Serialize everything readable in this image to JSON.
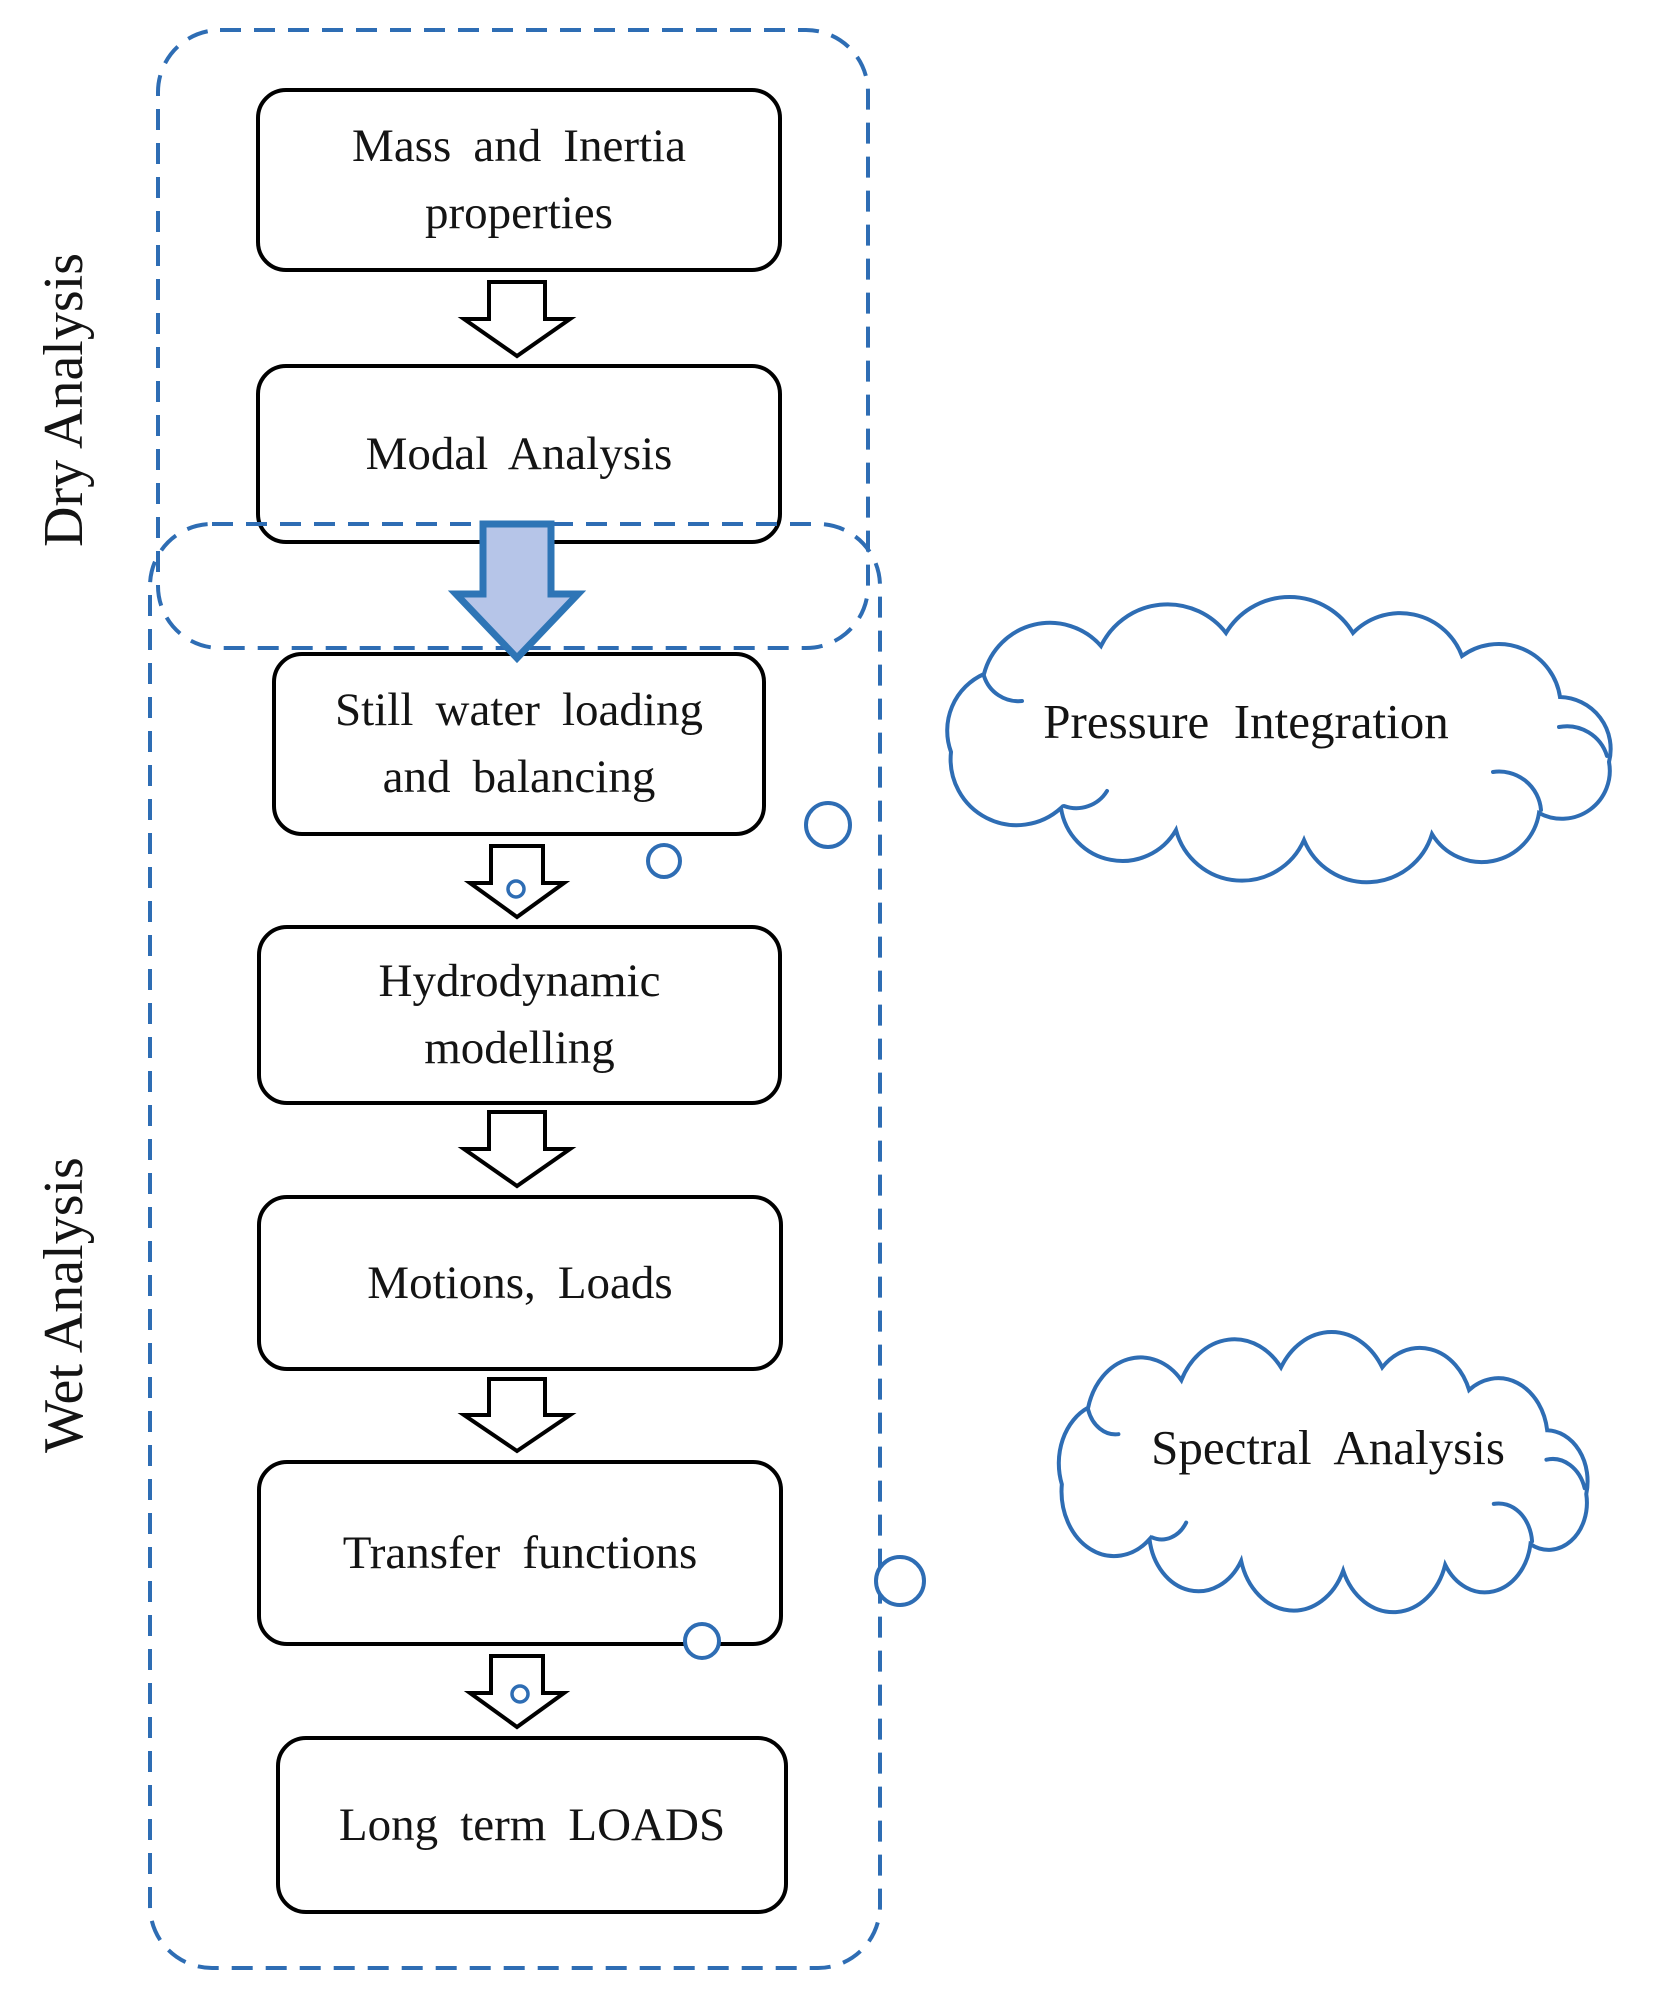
{
  "figure": {
    "side_labels": {
      "dry": "Dry Analysis",
      "wet": "Wet Analysis"
    },
    "boxes": {
      "mass": {
        "line1": "Mass and Inertia",
        "line2": "properties"
      },
      "modal": {
        "line1": "Modal Analysis"
      },
      "still": {
        "line1": "Still water loading",
        "line2": "and balancing"
      },
      "hydro": {
        "line1": "Hydrodynamic",
        "line2": "modelling"
      },
      "motions": {
        "line1": "Motions, Loads"
      },
      "transfer": {
        "line1": "Transfer functions"
      },
      "longterm": {
        "line1": "Long term LOADS"
      }
    },
    "clouds": {
      "pressure": "Pressure Integration",
      "spectral": "Spectral Analysis"
    },
    "colors": {
      "dashed_outline": "#2e6db4",
      "cloud_outline": "#2e6db4",
      "bubble_outline": "#2e6db4",
      "highlight_arrow_fill": "#b6c5e8",
      "highlight_arrow_border": "#2e75b6",
      "box_border": "#000000",
      "text": "#141414"
    }
  }
}
